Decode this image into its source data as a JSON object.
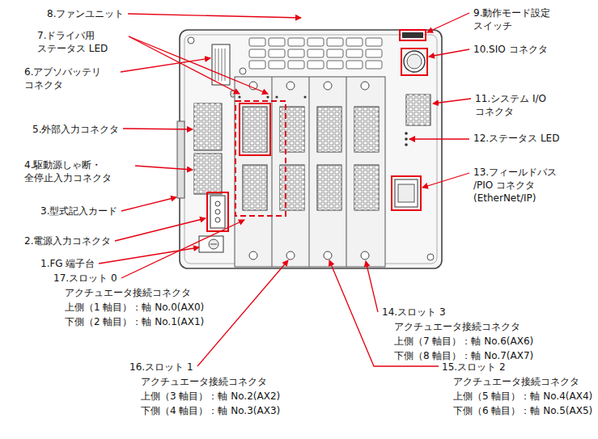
{
  "diagram": {
    "labels": [
      "8.ファンユニット",
      "7.ドライバ用 ステータス LED",
      "6.アブソバッテリ コネクタ",
      "5.外部入力コネクタ",
      "4.駆動源しゃ断・ 全停止入力コネクタ",
      "3.型式記入カード",
      "2.電源入力コネクタ",
      "1.FG 端子台",
      "17.スロット 0",
      "アクチュエータ接続コネクタ",
      "上側（1 軸目）：軸 No.0(AX0)",
      "下側（2 軸目）：軸 No.1(AX1)",
      "16.スロット 1",
      "アクチュエータ接続コネクタ",
      "上側（3 軸目）：軸 No.2(AX2)",
      "下側（4 軸目）：軸 No.3(AX3)",
      "9.動作モード設定 スイッチ",
      "10.SIO コネクタ",
      "11.システム I/O コネクタ",
      "12.ステータス LED",
      "13.フィールドバス /PIO コネクタ (EtherNet/IP)",
      "14.スロット 3",
      "アクチュエータ接続コネクタ",
      "上側（7 軸目）：軸 No.6(AX6)",
      "下側（8 軸目）：軸 No.7(AX7)",
      "15.スロット 2",
      "アクチュエータ接続コネクタ",
      "上側（5 軸目）：軸 No.4(AX4)",
      "下側（6 軸目）：軸 No.5(AX5)"
    ]
  }
}
